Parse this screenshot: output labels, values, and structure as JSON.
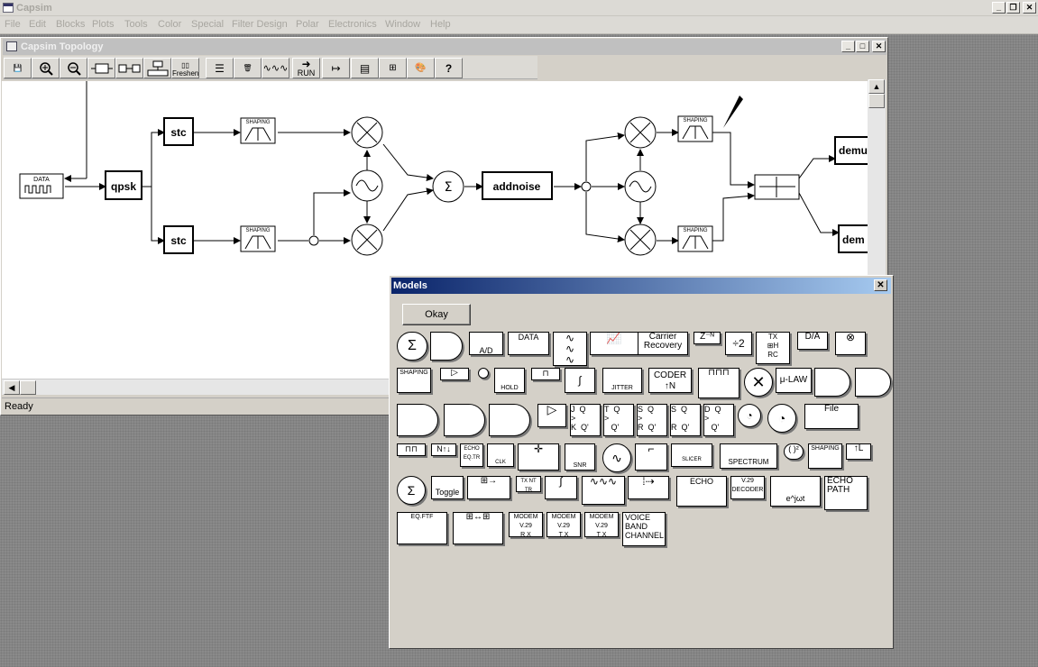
{
  "app": {
    "title": "Capsim"
  },
  "menu": [
    "File",
    "Edit",
    "Blocks",
    "Plots",
    "Tools",
    "Color",
    "Special",
    "Filter Design",
    "Polar",
    "Electronics",
    "Window",
    "Help"
  ],
  "topology": {
    "title": "Capsim Topology",
    "status": "Ready"
  },
  "toolbar": {
    "freshen_label": "Freshen",
    "run_label": "RUN",
    "help_label": "?"
  },
  "blocks": {
    "data": "DATA",
    "qpsk": "qpsk",
    "stc_top": "stc",
    "stc_bottom": "stc",
    "shaping": "SHAPING",
    "sum": "Σ",
    "addnoise": "addnoise",
    "demu_top": "demu",
    "demu_bottom": "dem"
  },
  "models": {
    "title": "Models",
    "okay_label": "Okay",
    "labels": {
      "sigma": "Σ",
      "ad": "A/D",
      "data": "DATA",
      "carrier": "Carrier\nRecovery",
      "zn": "Z⁻ᴺ",
      "div2": "÷2",
      "da": "D/A",
      "shaping": "SHAPING",
      "hold": "HOLD",
      "jitter": "JITTER",
      "coder": "CODER",
      "coder_n": "↑N",
      "mulaw": "μ-LAW",
      "jk": "J  Q\n>\nK  Q'",
      "t": "T  Q\n>\n   Q'",
      "sr": "S  Q\n>\nR  Q'",
      "sr2": "S  Q\n\nR  Q'",
      "d": "D  Q\n>\n   Q'",
      "file": "File",
      "nupdown": "N↑↓",
      "echo_eq": "ECHO\nEQ.TR",
      "clk": "CLK",
      "snr": "SNR",
      "slicer": "SLICER",
      "spectrum": "SPECTRUM",
      "pow2": "( )²",
      "up_l": "↑L",
      "toggle": "Toggle",
      "tx_tr": "TX NT\nTR",
      "echo": "ECHO",
      "v29": "V.29\nDECODER",
      "ejwt": "e^jωt",
      "echo_path": "ECHO\nPATH",
      "eqftf": "EQ.FTF",
      "modem_rx": "MODEM\nV.29\nR X",
      "modem_tx": "MODEM\nV.29\nT X",
      "modem_tx2": "MODEM\nV.29\nT X",
      "voice": "VOICE\nBAND\nCHANNEL"
    }
  }
}
